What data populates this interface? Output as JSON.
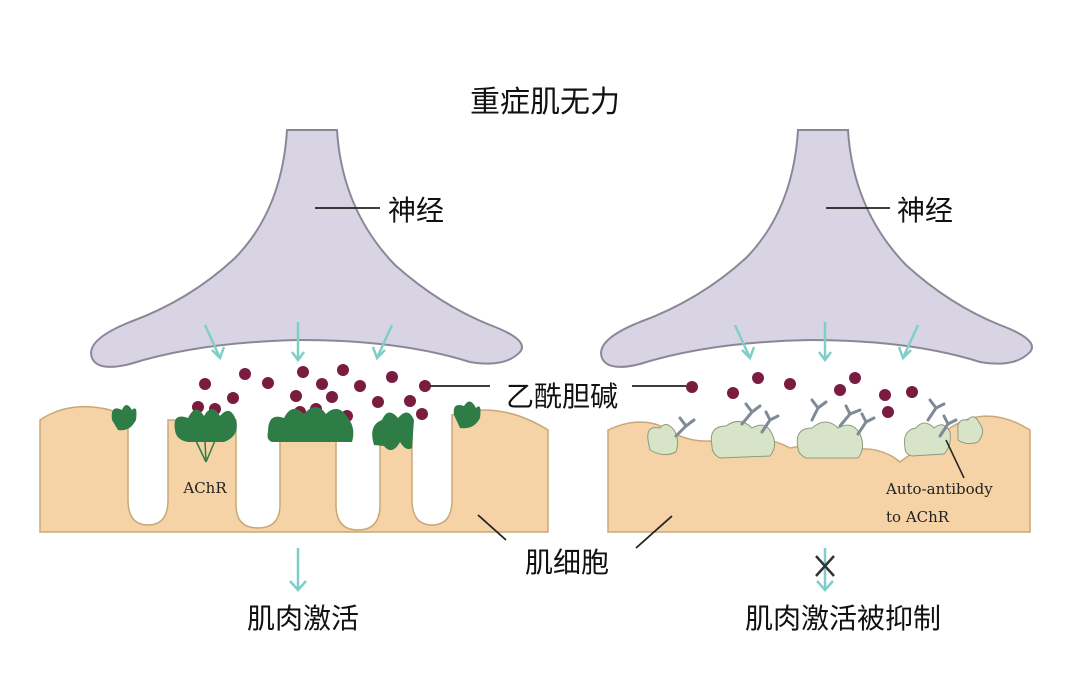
{
  "title": "重症肌无力",
  "labels": {
    "nerve_left": "神经",
    "nerve_right": "神经",
    "acetylcholine": "乙酰胆碱",
    "muscle_cell": "肌细胞",
    "achr": "AChR",
    "autoantibody_line1": "Auto-antibody",
    "autoantibody_line2": "to AChR",
    "muscle_activation": "肌肉激活",
    "muscle_activation_inhibited": "肌肉激活被抑制"
  },
  "colors": {
    "nerve_fill": "#d8d4e3",
    "nerve_stroke": "#8a8896",
    "muscle_fill": "#f5d3a6",
    "receptor_active": "#2e7d46",
    "receptor_blocked": "#d7e4c8",
    "acetylcholine_dot": "#7a1c40",
    "arrow": "#7fcfc9",
    "antibody": "#7e8a96"
  }
}
